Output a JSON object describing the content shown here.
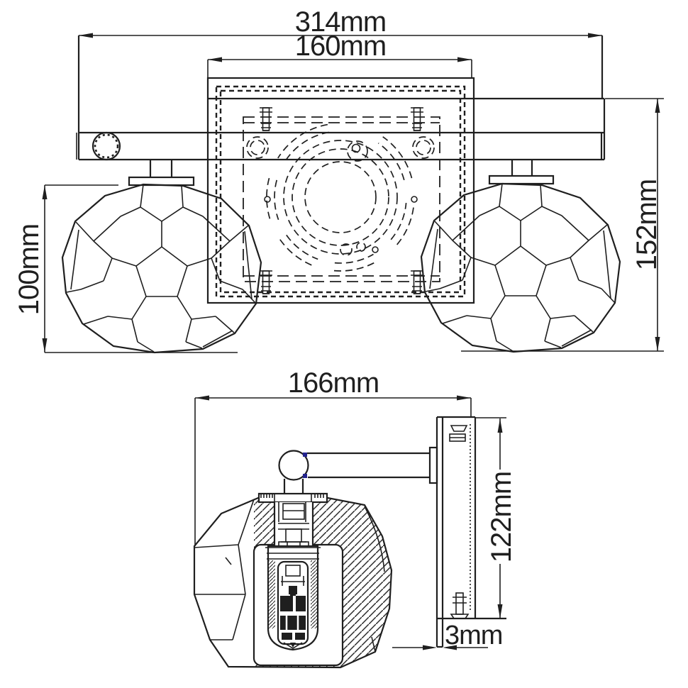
{
  "drawing": {
    "type": "technical dimension drawing",
    "subject": "two-light faceted-glass wall fixture, front view and side section view",
    "front_view": {
      "overall_width_label": "314mm",
      "backplate_width_label": "160mm",
      "overall_height_label": "152mm",
      "shade_height_label": "100mm"
    },
    "side_view": {
      "projection_depth_label": "166mm",
      "backplate_height_label": "122mm",
      "plate_thickness_label": "3mm"
    },
    "colors": {
      "line": "#1f1f1f",
      "background": "#ffffff",
      "accent_blue": "#23238e"
    }
  }
}
